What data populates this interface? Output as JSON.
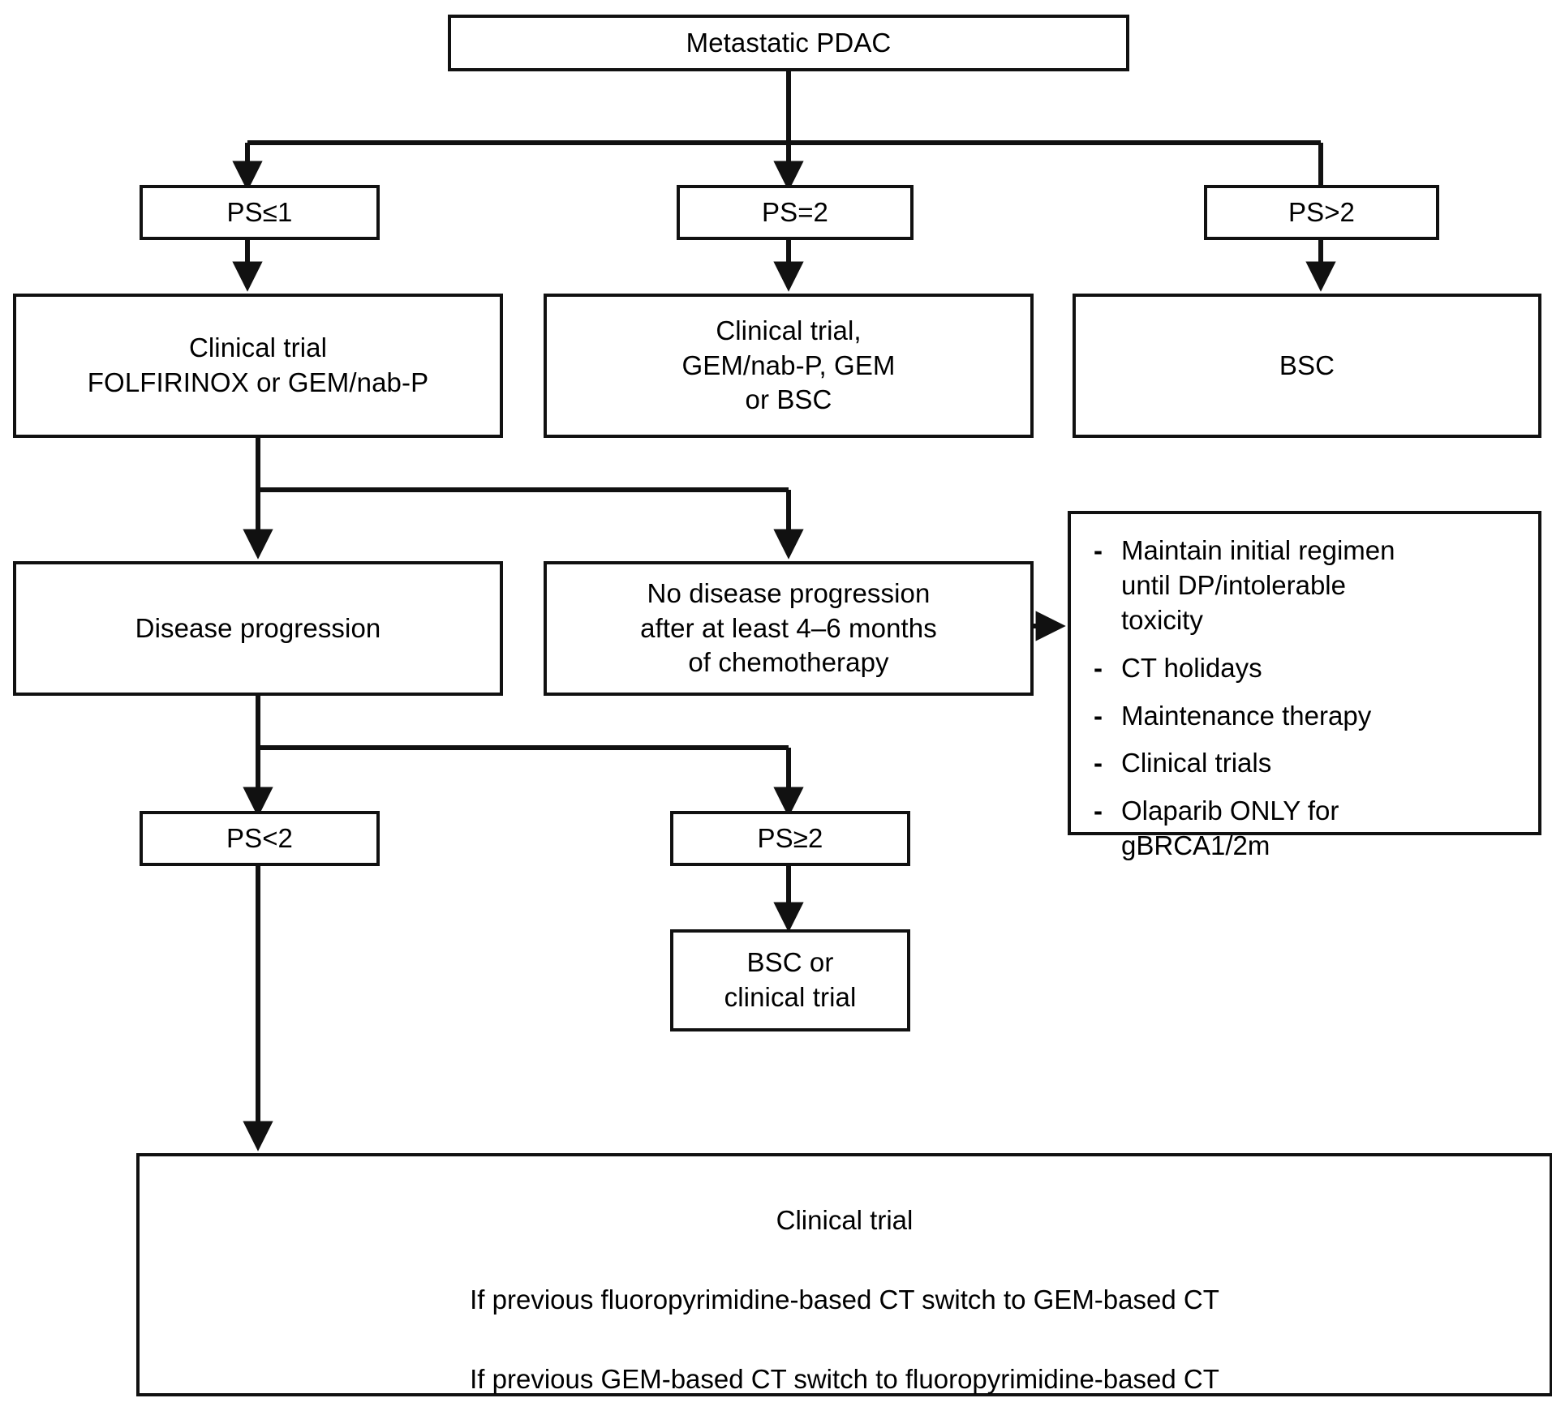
{
  "diagram": {
    "title": "Metastatic PDAC treatment algorithm",
    "line_color": "#111111",
    "background": "#ffffff"
  },
  "nodes": {
    "root": {
      "label": "Metastatic PDAC"
    },
    "ps_le1": {
      "label": "PS≤1"
    },
    "ps_eq2": {
      "label": "PS=2"
    },
    "ps_gt2": {
      "label": "PS>2"
    },
    "tx_ps_le1": {
      "label": "Clinical trial\nFOLFIRINOX or GEM/nab-P"
    },
    "tx_ps_eq2": {
      "label": "Clinical trial,\nGEM/nab-P, GEM\nor BSC"
    },
    "tx_ps_gt2": {
      "label": "BSC"
    },
    "disease_progression": {
      "label": "Disease progression"
    },
    "no_progression": {
      "label": "No disease progression\nafter at least 4–6 months\nof chemotherapy"
    },
    "ps_lt2": {
      "label": "PS<2"
    },
    "ps_ge2": {
      "label": "PS≥2"
    },
    "bsc_or_trial": {
      "label": "BSC or\nclinical trial"
    }
  },
  "options_box": {
    "bullet_marker": "-",
    "items": [
      "Maintain initial regimen\nuntil DP/intolerable\ntoxicity",
      "CT holidays",
      "Maintenance therapy",
      "Clinical trials",
      "Olaparib ONLY for\ngBRCA1/2m"
    ]
  },
  "final_box": {
    "lines": [
      "Clinical trial",
      "If previous fluoropyrimidine-based CT switch to GEM-based CT",
      "If previous GEM-based CT switch to fluoropyrimidine-based CT"
    ]
  }
}
